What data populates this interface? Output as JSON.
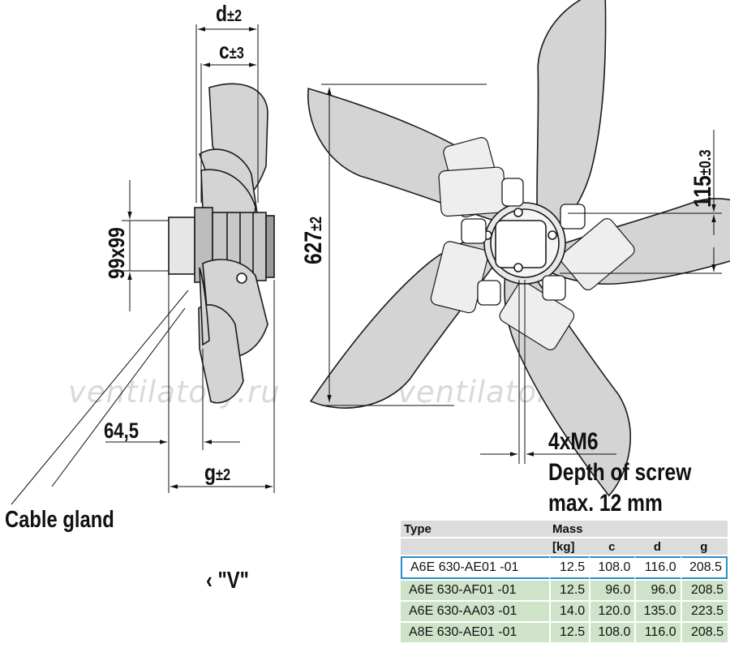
{
  "labels": {
    "d": "d",
    "d_tol": "±2",
    "c": "c",
    "c_tol": "±3",
    "square": "99x99",
    "diameter": "627",
    "diameter_tol": "±2",
    "offset": "115",
    "offset_tol": "±0.3",
    "dim_645": "64,5",
    "g": "g",
    "g_tol": "±2",
    "screw": "4xM6",
    "screw_depth_1": "Depth of screw",
    "screw_depth_2": "max. 12 mm",
    "cable_gland": "Cable gland",
    "view": "‹ \"V\"",
    "watermark": "ventilatory.ru"
  },
  "table": {
    "headers": {
      "type": "Type",
      "mass": "Mass",
      "mass_unit": "[kg]",
      "c": "c",
      "d": "d",
      "g": "g"
    },
    "rows": [
      {
        "type": "A6E  630-AE01  -01",
        "mass": "12.5",
        "c": "108.0",
        "d": "116.0",
        "g": "208.5"
      },
      {
        "type": "A6E  630-AF01  -01",
        "mass": "12.5",
        "c": "96.0",
        "d": "96.0",
        "g": "208.5"
      },
      {
        "type": "A6E  630-AA03  -01",
        "mass": "14.0",
        "c": "120.0",
        "d": "135.0",
        "g": "223.5"
      },
      {
        "type": "A8E  630-AE01  -01",
        "mass": "12.5",
        "c": "108.0",
        "d": "116.0",
        "g": "208.5"
      }
    ],
    "selected_row": 0
  },
  "colors": {
    "blade_fill": "#d4d4d4",
    "blade_stroke": "#1a1a1a",
    "table_header": "#dcdcdc",
    "table_row": "#cfe3c9",
    "highlight": "#2a8fc9"
  }
}
